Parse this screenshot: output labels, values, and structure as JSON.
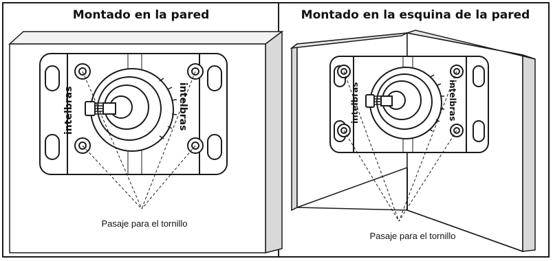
{
  "panels": [
    {
      "title": "Montado en la pared",
      "caption": "Pasaje para el tornillo",
      "brand": "intelbras"
    },
    {
      "title": "Montado en la esquina de la pared",
      "caption": "Pasaje para el tornillo",
      "brand": "intelbras"
    }
  ],
  "colors": {
    "outline": "#1a1a1a",
    "wall_face": "#ffffff",
    "wall_side": "#d9d9d9"
  }
}
